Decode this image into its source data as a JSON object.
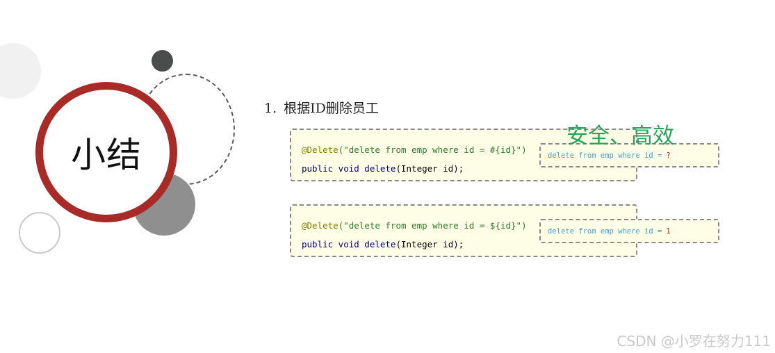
{
  "title": "小结",
  "section": {
    "number": "1.",
    "heading": "根据ID删除员工"
  },
  "examples": [
    {
      "annotation": "@Delete",
      "query_string": "(\"delete from emp where id = #{id}\")",
      "method_keywords": "public void delete",
      "method_params": "(Integer id);",
      "sql_text": "delete from emp where id =",
      "sql_value": "?"
    },
    {
      "annotation": "@Delete",
      "query_string": "(\"delete from emp where id = ${id}\")",
      "method_keywords": "public void delete",
      "method_params": "(Integer id);",
      "sql_text": "delete from emp where id =",
      "sql_value": "1"
    }
  ],
  "note": "安全、高效",
  "watermark": "CSDN @小罗在努力111",
  "colors": {
    "accent_red": "#a82b28",
    "note_green": "#27a559",
    "code_background": "#fefde6",
    "sql_blue": "#3fa0d6",
    "sql_value_red": "#c01818"
  }
}
